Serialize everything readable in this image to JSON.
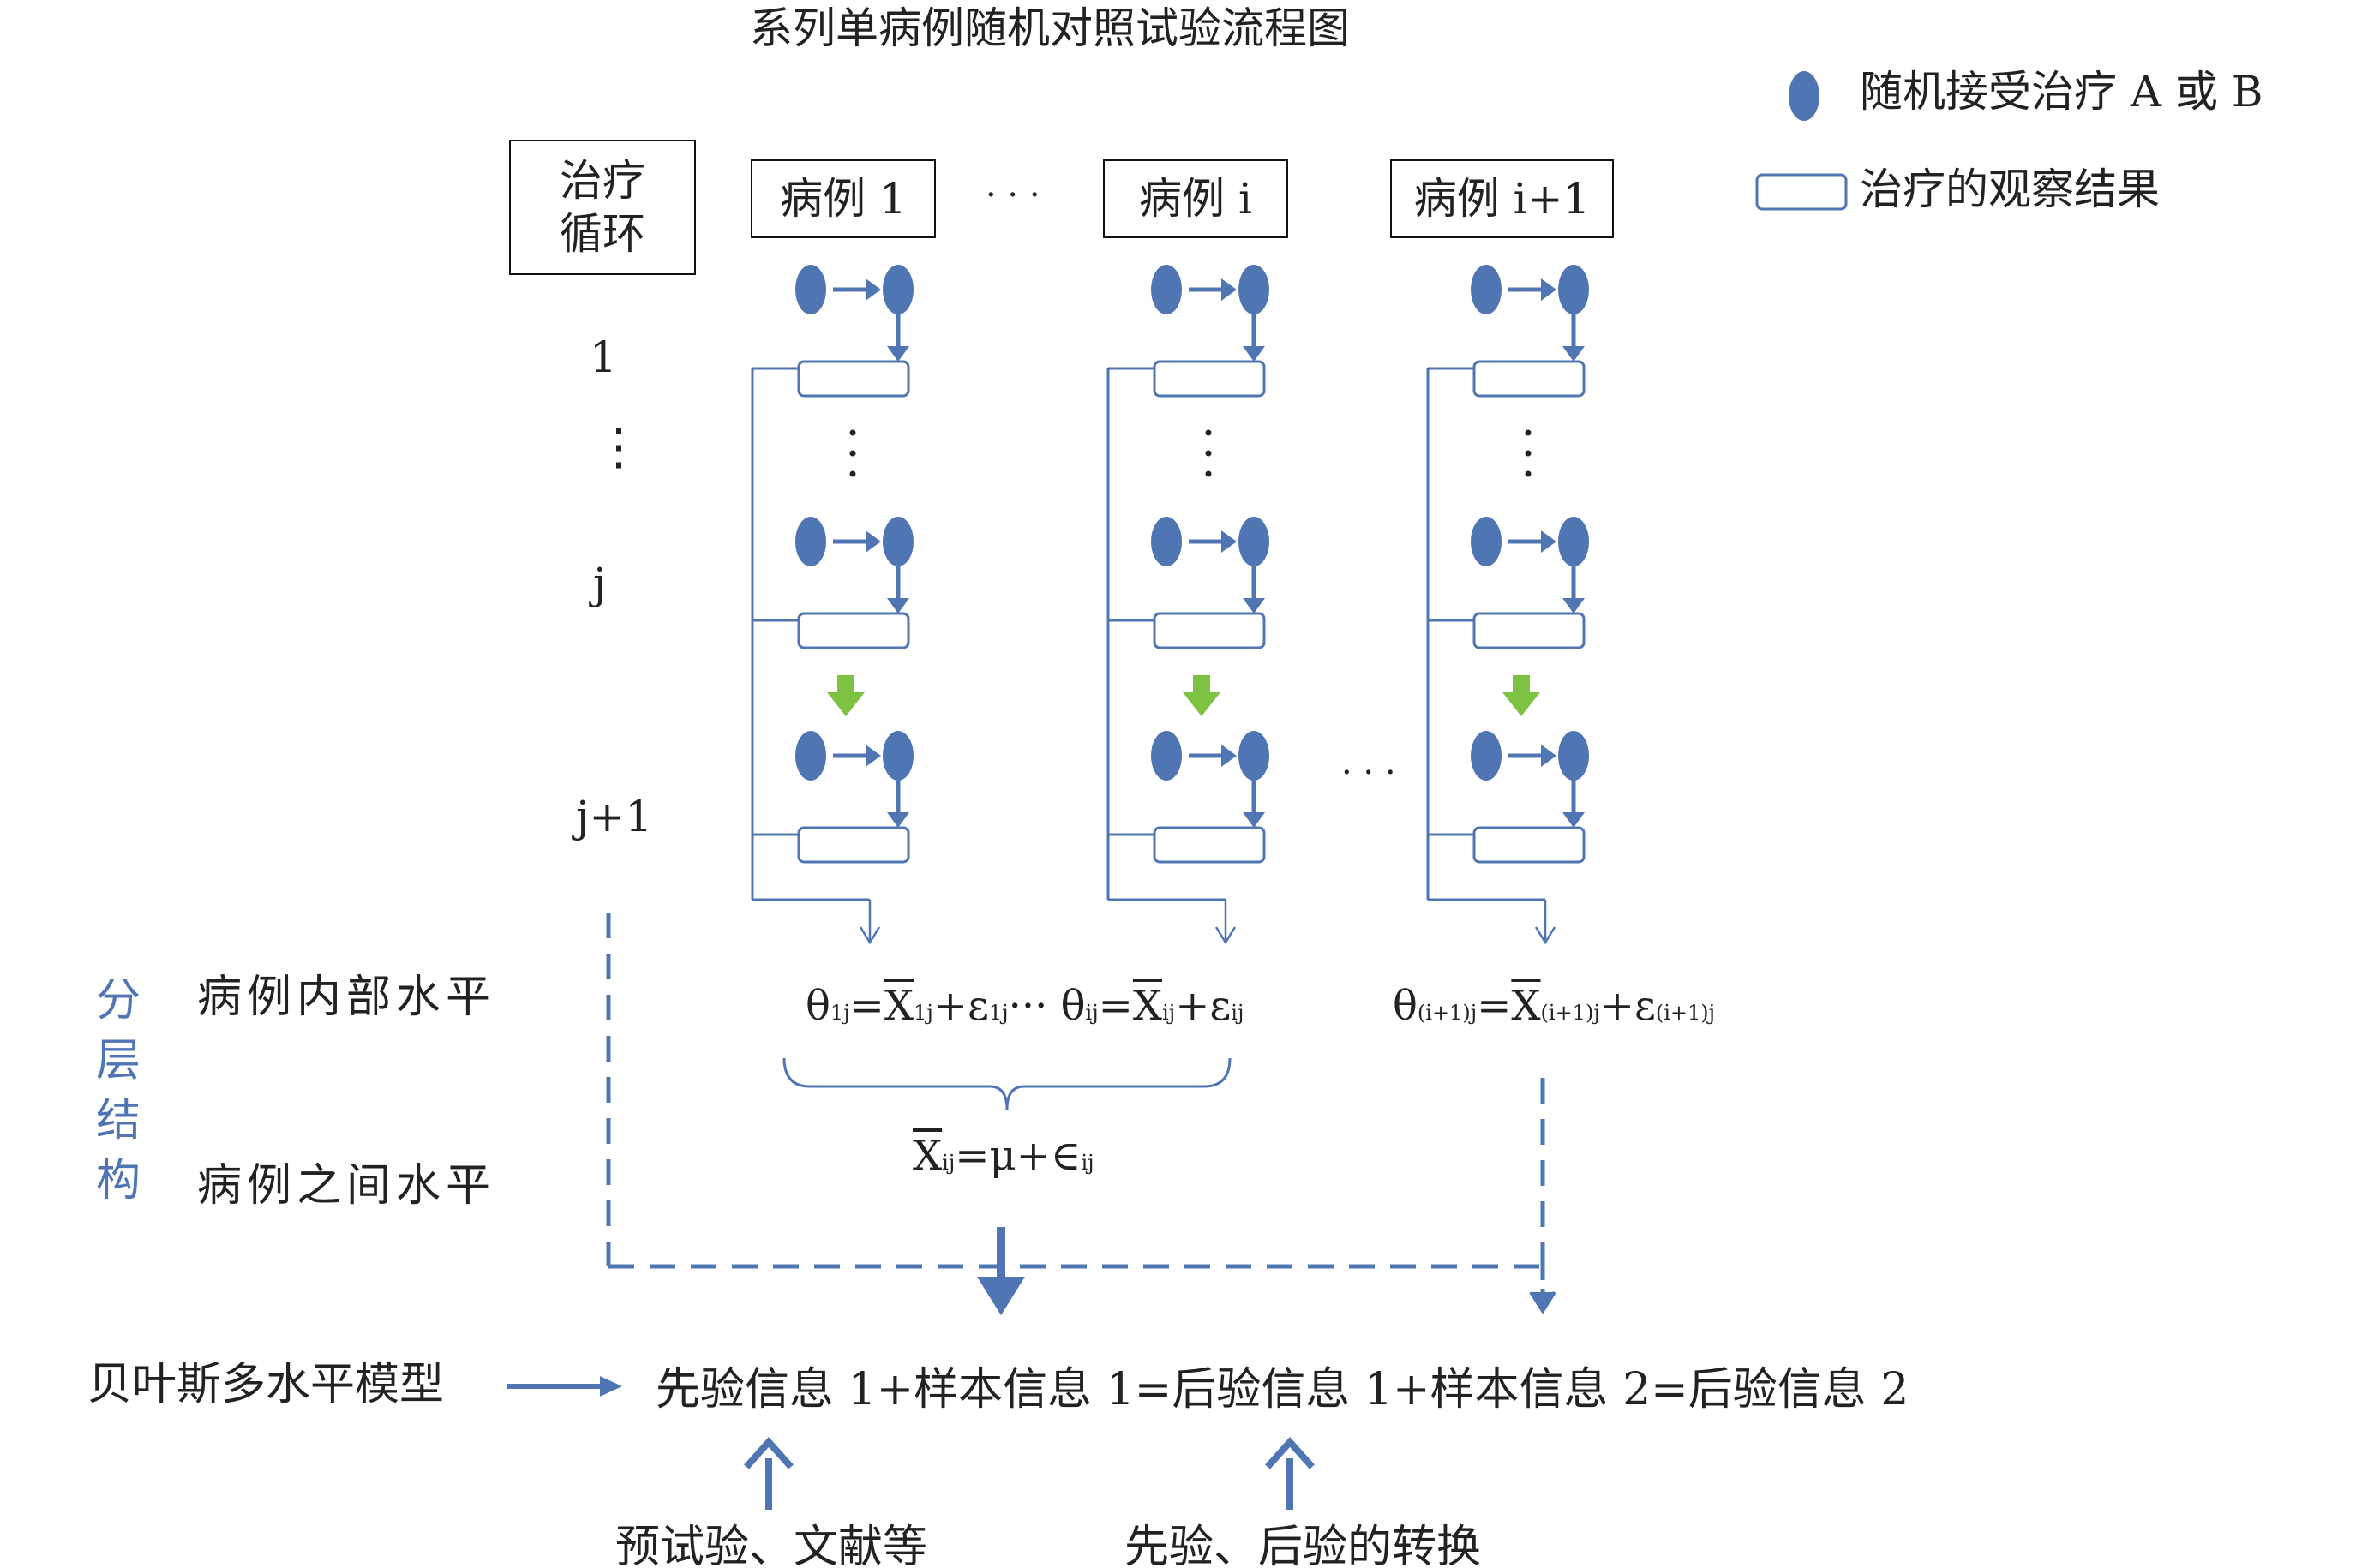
{
  "title": "系列单病例随机对照试验流程图",
  "legend": {
    "ellipse_label": "随机接受治疗 A 或 B",
    "rect_label": "治疗的观察结果"
  },
  "cycle_header": {
    "line1": "治疗",
    "line2": "循环"
  },
  "cases": [
    {
      "label": "病例 1",
      "sub": "1"
    },
    {
      "label": "病例 i",
      "sub": "i"
    },
    {
      "label": "病例 i+1",
      "sub": "(i+1)"
    }
  ],
  "ellipsis": "· · ·",
  "row_labels": {
    "first": "1",
    "dots": "⋮",
    "j": "j",
    "j1": "j+1"
  },
  "hierarchy": {
    "side_label": [
      "分",
      "层",
      "结",
      "构"
    ],
    "within": "病例内部水平",
    "between": "病例之间水平"
  },
  "formulas": {
    "theta": "θ",
    "eq": "=",
    "xbar": "X",
    "plus": "+",
    "eps": "ε",
    "j_sub": "j",
    "dots_mid": "···",
    "between_mu": "=μ+∈",
    "ij": "ij"
  },
  "bayes": {
    "model": "贝叶斯多水平模型",
    "equation": "先验信息 1+样本信息 1=后验信息 1+样本信息 2=后验信息 2"
  },
  "sources": {
    "left": "预试验、文献等",
    "right": "先验、后验的转换"
  },
  "colors": {
    "node": "#4f75b3",
    "line": "#4f75b3",
    "green_arrow": "#7dc242",
    "box_border": "#111111"
  }
}
